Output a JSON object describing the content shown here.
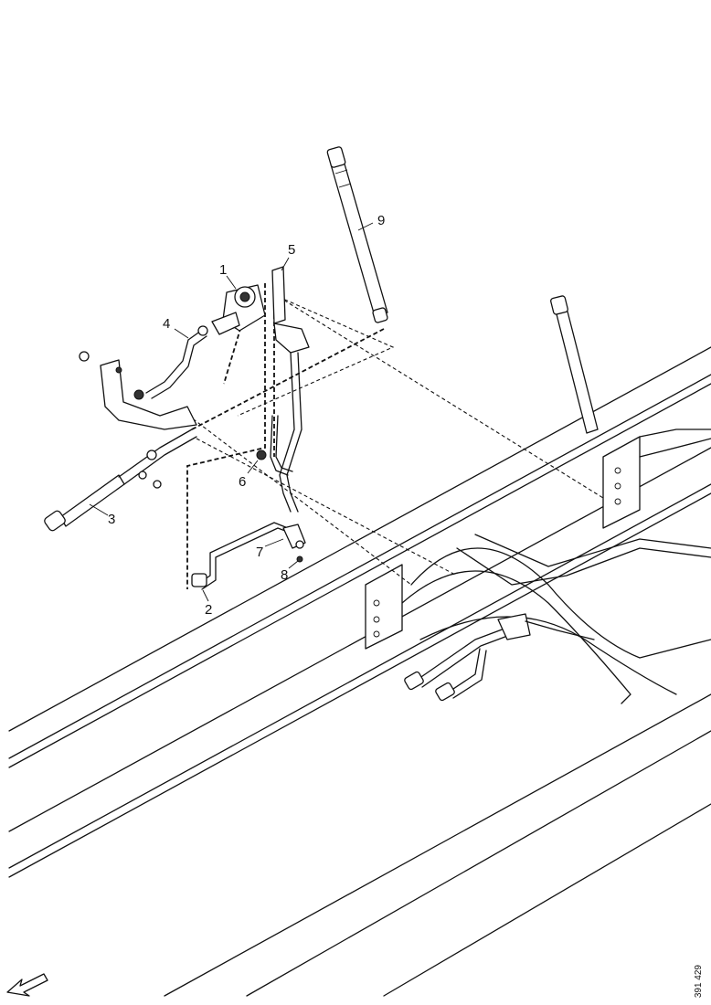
{
  "callouts": {
    "c1": "1",
    "c2": "2",
    "c3": "3",
    "c4": "4",
    "c5": "5",
    "c6": "6",
    "c7": "7",
    "c8": "8",
    "c9": "9"
  },
  "reference_number": "391 429",
  "direction_icon": "front-arrow-icon"
}
